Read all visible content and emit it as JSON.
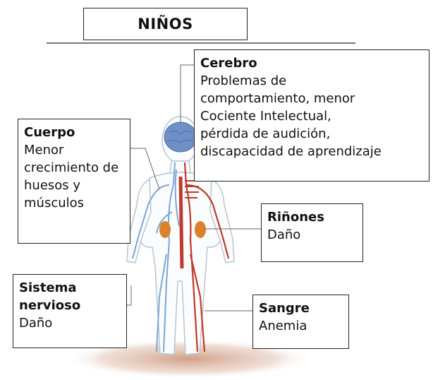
{
  "title": "NIÑOS",
  "callouts": {
    "brain": {
      "heading": "Cerebro",
      "body": "Problemas de comportamiento, menor Cociente Intelectual, pérdida de audición, discapacidad de aprendizaje"
    },
    "body": {
      "heading": "Cuerpo",
      "body": "Menor crecimiento de huesos y músculos"
    },
    "kidneys": {
      "heading": "Riñones",
      "body": "Daño"
    },
    "nervous": {
      "heading": "Sistema nervioso",
      "body": "Daño"
    },
    "blood": {
      "heading": "Sangre",
      "body": "Anemia"
    }
  },
  "colors": {
    "veins": "#7aa6d6",
    "arteries": "#c0392b",
    "brain": "#6f8fc7",
    "kidneys": "#d9822b",
    "shadow": "#d7b6a4"
  }
}
